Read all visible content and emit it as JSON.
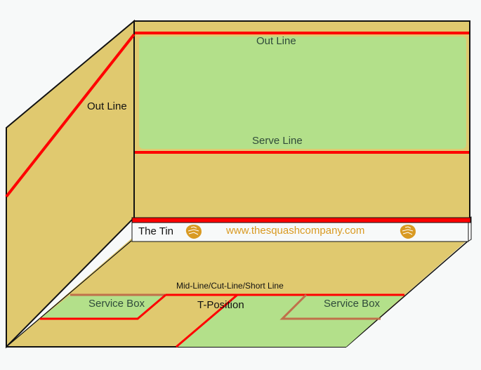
{
  "diagram": {
    "title": "Squash Court Diagram",
    "colors": {
      "wall": "#e0c96f",
      "green_area": "#b3e08a",
      "line_red": "#ff0000",
      "line_muted": "#c0704a",
      "outline": "#111111",
      "tin_bg": "#f7f9f9",
      "brand": "#d99a22"
    },
    "labels": {
      "side_out_line": "Out Line",
      "front_out_line": "Out Line",
      "serve_line": "Serve Line",
      "tin": "The Tin",
      "website": "www.thesquashcompany.com",
      "short_line": "Mid-Line/Cut-Line/Short Line",
      "service_box_left": "Service Box",
      "service_box_right": "Service Box",
      "t_position": "T-Position"
    },
    "icons": {
      "logo_left": "lion-logo-icon",
      "logo_right": "lion-logo-icon"
    }
  }
}
